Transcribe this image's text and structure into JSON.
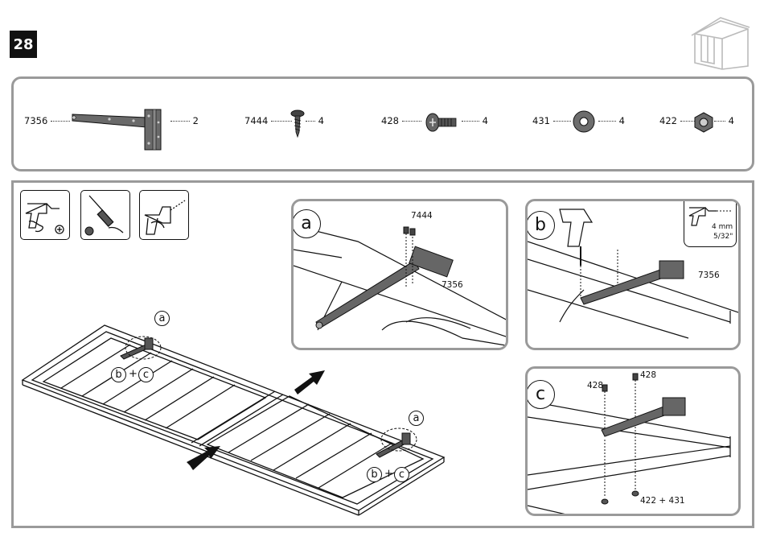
{
  "step": {
    "number": "28"
  },
  "parts": [
    {
      "code": "7356",
      "qty": "2",
      "icon": "tee-hinge-icon"
    },
    {
      "code": "7444",
      "qty": "4",
      "icon": "wood-screw-icon"
    },
    {
      "code": "428",
      "qty": "4",
      "icon": "bolt-icon"
    },
    {
      "code": "431",
      "qty": "4",
      "icon": "washer-icon"
    },
    {
      "code": "422",
      "qty": "4",
      "icon": "nut-icon"
    }
  ],
  "tools": [
    "power-drill-icon",
    "phillips-screwdriver-icon",
    "drill-bit-icon"
  ],
  "overview": {
    "callout_a": "a",
    "callout_b": "b",
    "callout_c": "c",
    "plus": "+"
  },
  "detail_a": {
    "letter": "a",
    "screw_label": "7444",
    "hinge_label": "7356"
  },
  "detail_b": {
    "letter": "b",
    "hinge_label": "7356",
    "drill_size_mm": "4 mm",
    "drill_size_in": "5/32\""
  },
  "detail_c": {
    "letter": "c",
    "bolt_label_1": "428",
    "bolt_label_2": "428",
    "nut_label": "422 + 431"
  },
  "colors": {
    "outline": "#111111",
    "frame_gray": "#9a9a9a",
    "part_gray": "#555555",
    "badge": "#111111"
  }
}
